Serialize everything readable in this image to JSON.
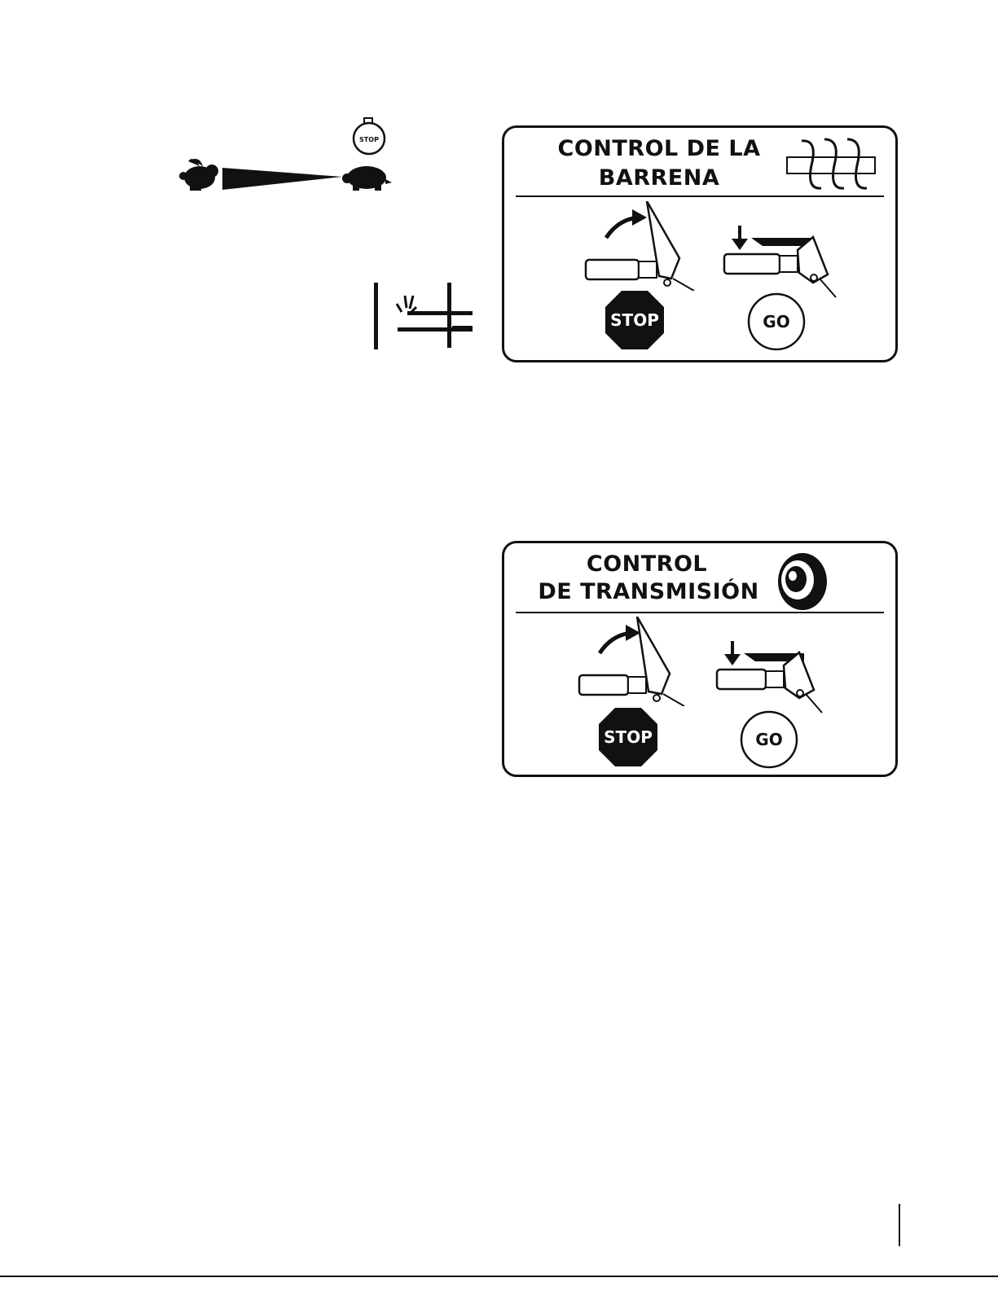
{
  "auger_decal": {
    "title_line1": "CONTROL DE LA",
    "title_line2": "BARRENA",
    "stop_label": "STOP",
    "go_label": "GO",
    "icon": "auger-icon"
  },
  "drive_decal": {
    "title_line1": "CONTROL",
    "title_line2": "DE TRANSMISIÓN",
    "stop_label": "STOP",
    "go_label": "GO",
    "icon": "tire-icon"
  },
  "speed_symbols": {
    "stop_label": "STOP",
    "icons": [
      "stop-knob-icon",
      "rabbit-icon",
      "speed-wedge-icon",
      "turtle-icon"
    ]
  },
  "chute_symbol": {
    "icon": "chute-deflector-icon"
  },
  "colors": {
    "ink": "#111111",
    "paper": "#ffffff"
  }
}
